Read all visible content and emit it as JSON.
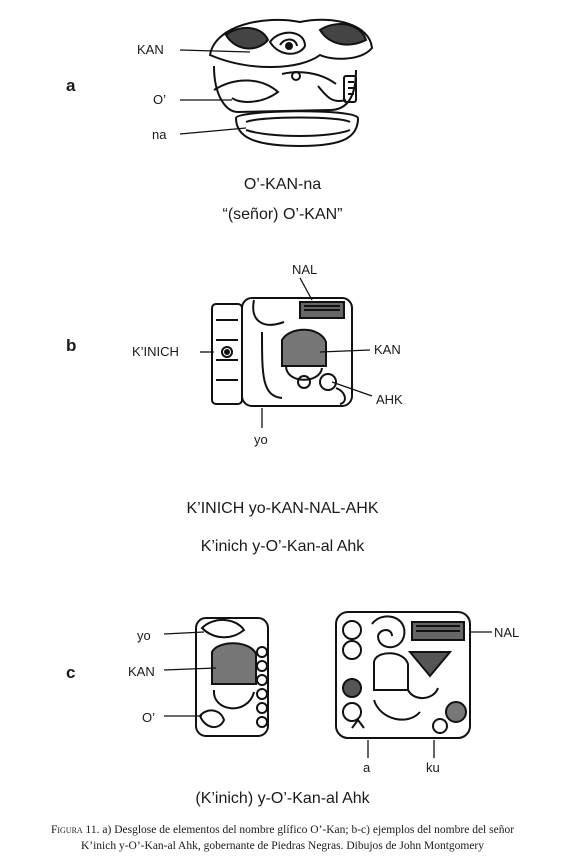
{
  "panel_a": {
    "letter": "a",
    "labels": {
      "kan": "KAN",
      "o": "O’",
      "na": "na"
    },
    "reading": "O’-KAN-na",
    "translation": "“(señor) O’-KAN”"
  },
  "panel_b": {
    "letter": "b",
    "labels": {
      "nal": "NAL",
      "kinich": "K’INICH",
      "kan": "KAN",
      "ahk": "AHK",
      "yo": "yo"
    },
    "reading": "K’INICH yo-KAN-NAL-AHK",
    "translation": "K’inich y-O’-Kan-al Ahk"
  },
  "panel_c": {
    "letter": "c",
    "left_labels": {
      "yo": "yo",
      "kan": "KAN",
      "o": "O’"
    },
    "right_labels": {
      "nal": "NAL",
      "a": "a",
      "ku": "ku"
    },
    "translation": "(K’inich) y-O’-Kan-al Ahk"
  },
  "caption": {
    "figure_label": "Figura 11.",
    "line1": "a) Desglose de elementos del nombre glífico O’-Kan; b-c) ejemplos del nombre del señor",
    "line2": "K’inich y-O’-Kan-al Ahk, gobernante de Piedras Negras. Dibujos de John Montgomery"
  }
}
